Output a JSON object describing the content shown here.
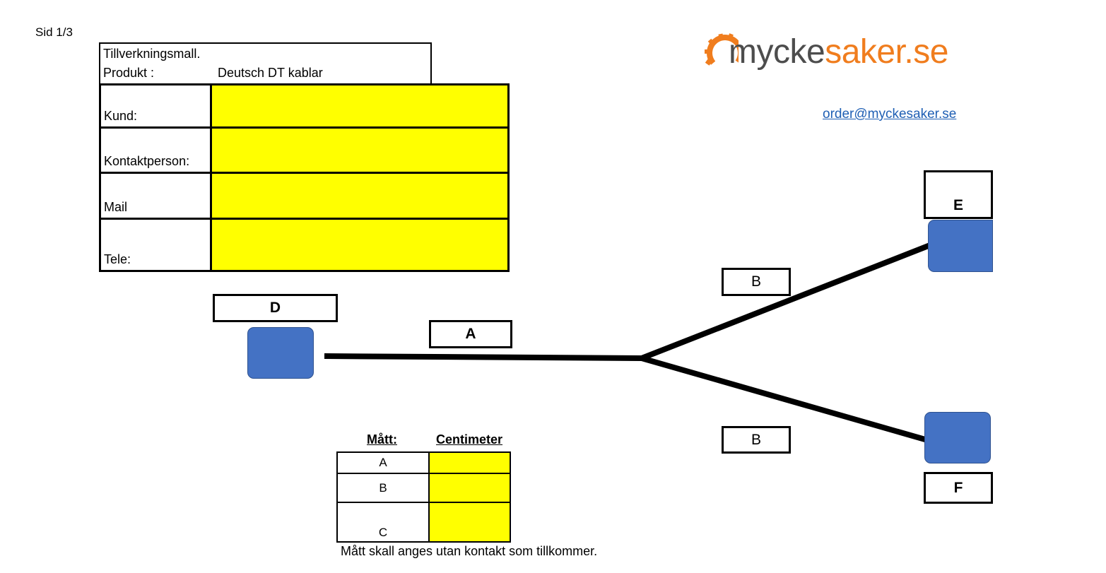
{
  "page": {
    "number": "Sid 1/3"
  },
  "header": {
    "title": "Tillverkningsmall.",
    "product_label": "Produkt :",
    "product_value": "Deutsch DT kablar"
  },
  "form": {
    "fields": [
      {
        "label": "Kund:",
        "value": ""
      },
      {
        "label": "Kontaktperson:",
        "value": ""
      },
      {
        "label": "Mail",
        "value": ""
      },
      {
        "label": "Tele:",
        "value": ""
      }
    ]
  },
  "brand": {
    "logo_prefix": "mycke",
    "logo_suffix": "saker.se",
    "email": "order@myckesaker.se",
    "colors": {
      "gray": "#4d4d4d",
      "orange": "#f07d1e"
    }
  },
  "diagram": {
    "label_d": "D",
    "label_a": "A",
    "label_b_upper": "B",
    "label_b_lower": "B",
    "label_e": "E",
    "label_f": "F",
    "connector_color": "#4472c4"
  },
  "measurements": {
    "header_dim": "Mått:",
    "header_unit": "Centimeter",
    "rows": [
      {
        "dim": "A",
        "value": ""
      },
      {
        "dim": "B",
        "value": ""
      },
      {
        "dim": "C",
        "value": ""
      }
    ],
    "note": "Mått skall anges utan kontakt som tillkommer."
  },
  "colors": {
    "fill_highlight": "#ffff00",
    "link": "#1f5fb4"
  }
}
